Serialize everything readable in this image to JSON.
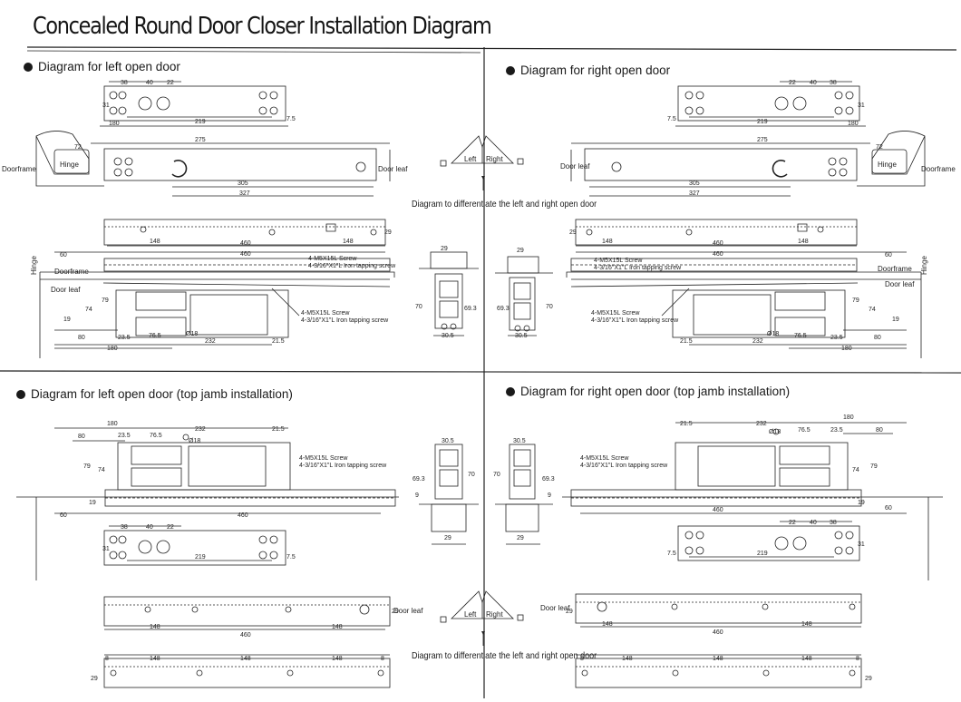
{
  "title": "Concealed Round Door Closer Installation Diagram",
  "sections": {
    "left_open": "Diagram for left open door",
    "right_open": "Diagram for right open door",
    "left_top_jamb": "Diagram for left open door (top jamb installation)",
    "right_top_jamb": "Diagram for right open door (top jamb installation)"
  },
  "center": {
    "left": "Left",
    "right": "Right",
    "caption_top": "Diagram to differentiate the left and right open door",
    "caption_bottom": "Diagram to differentiate the left and right open door"
  },
  "labels": {
    "doorframe": "Doorframe",
    "door_leaf": "Door leaf",
    "hinge": "Hinge",
    "screw1": "4-M5X15L Screw",
    "screw2": "4-3/16\"X1\"L Iron tapping screw"
  },
  "dims": {
    "d38": "38",
    "d40": "40",
    "d22": "22",
    "d31": "31",
    "d219": "219",
    "d75": "7.5",
    "d180": "180",
    "d275": "275",
    "d305": "305",
    "d327": "327",
    "d148": "148",
    "d460": "460",
    "d60": "60",
    "d29": "29",
    "d19": "19",
    "d79": "79",
    "d74": "74",
    "d70": "70",
    "d693": "69.3",
    "d305b": "30.5",
    "d80": "80",
    "d235": "23.5",
    "d765": "76.5",
    "d18": "Ø18",
    "d232": "232",
    "d215": "21.5",
    "d72": "72",
    "d8": "8",
    "d9": "9"
  },
  "colors": {
    "ink": "#222222",
    "paper": "#ffffff"
  }
}
